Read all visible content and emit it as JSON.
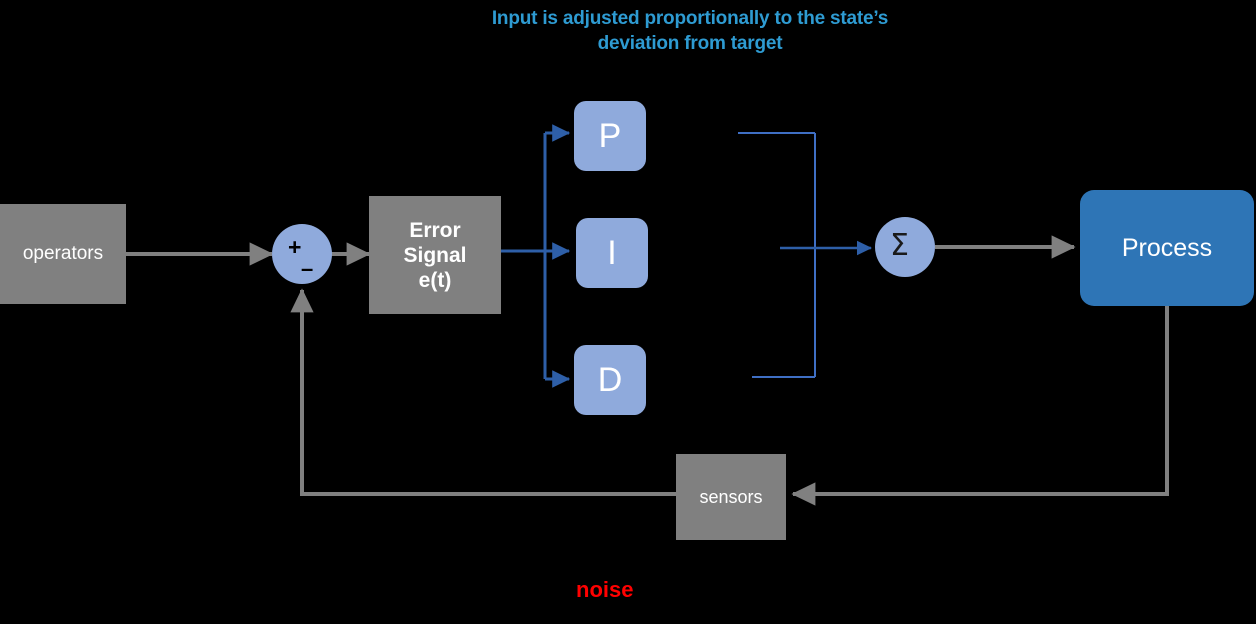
{
  "diagram": {
    "title_line1": "Input is adjusted proportionally to the state’s",
    "title_line2": "deviation from target",
    "title_color": "#2E9BD2",
    "background": "#000000",
    "nodes": {
      "operators": {
        "label": "operators",
        "color": "#808080",
        "text_color": "#ffffff"
      },
      "summing_junction": {
        "plus": "+",
        "minus": "–",
        "color": "#8FAADC"
      },
      "error_signal": {
        "line1": "Error",
        "line2": "Signal",
        "line3": "e(t)",
        "color": "#808080",
        "text_color": "#ffffff"
      },
      "p_block": {
        "label": "P",
        "color": "#8FAADC",
        "text_color": "#ffffff"
      },
      "i_block": {
        "label": "I",
        "color": "#8FAADC",
        "text_color": "#ffffff"
      },
      "d_block": {
        "label": "D",
        "color": "#8FAADC",
        "text_color": "#ffffff"
      },
      "sum_block": {
        "label": "Σ",
        "color": "#8FAADC",
        "text_color": "#1a1a1a"
      },
      "process": {
        "label": "Process",
        "color": "#2E75B6",
        "text_color": "#ffffff"
      },
      "sensors": {
        "label": "sensors",
        "color": "#808080",
        "text_color": "#ffffff"
      },
      "noise": {
        "label": "noise",
        "color": "#FF0000"
      }
    },
    "wire_colors": {
      "signal_gray": "#808080",
      "signal_blue": "#2E5FA8",
      "collector_blue": "#3F6FC4"
    }
  }
}
